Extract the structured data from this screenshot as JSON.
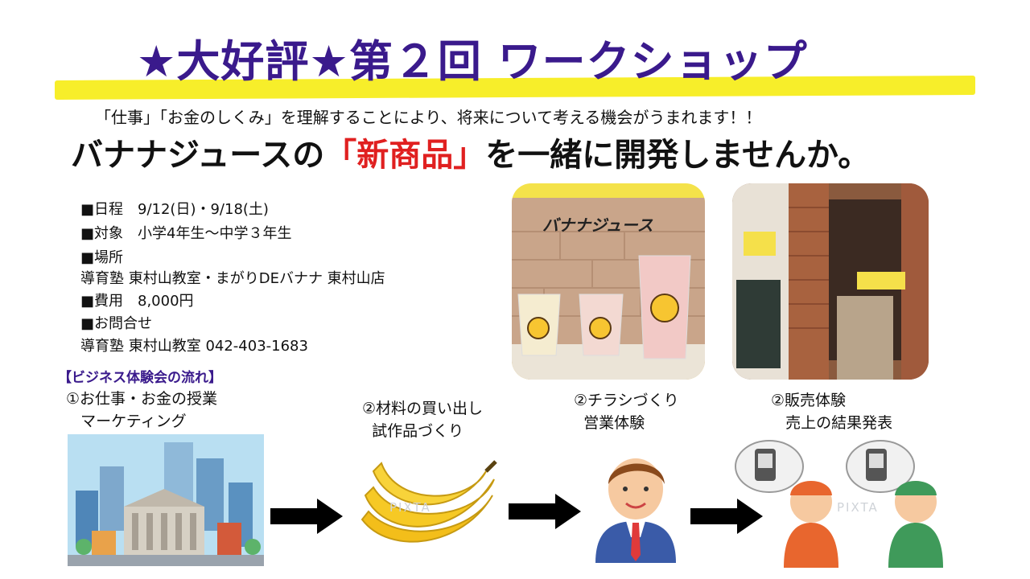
{
  "title": "★大好評★第２回 ワークショップ",
  "intro": "「仕事」「お金のしくみ」を理解することにより、将来について考える機会がうまれます！！",
  "headline": {
    "before": "バナナジュースの",
    "highlight": "「新商品」",
    "after": "を一緒に開発しませんか。"
  },
  "info": [
    "■日程　9/12(日)・9/18(土)",
    "■対象　小学4年生～中学３年生",
    "■場所",
    "導育塾 東村山教室・まがりDEバナナ 東村山店",
    "■費用　8,000円",
    "■お問合せ",
    "導育塾 東村山教室 042-403-1683"
  ],
  "flow_title": "【ビジネス体験会の流れ】",
  "steps": [
    "①お仕事・お金の授業\n   マーケティング",
    "②材料の買い出し\n  試作品づくり",
    "②チラシづくり\n  営業体験",
    "②販売体験\n   売上の結果発表"
  ],
  "photo1_label": "バナナジュース",
  "watermark": "PIXTA",
  "colors": {
    "title": "#3a1a8c",
    "highlight": "#f7ee2a",
    "accent_red": "#e02020"
  }
}
